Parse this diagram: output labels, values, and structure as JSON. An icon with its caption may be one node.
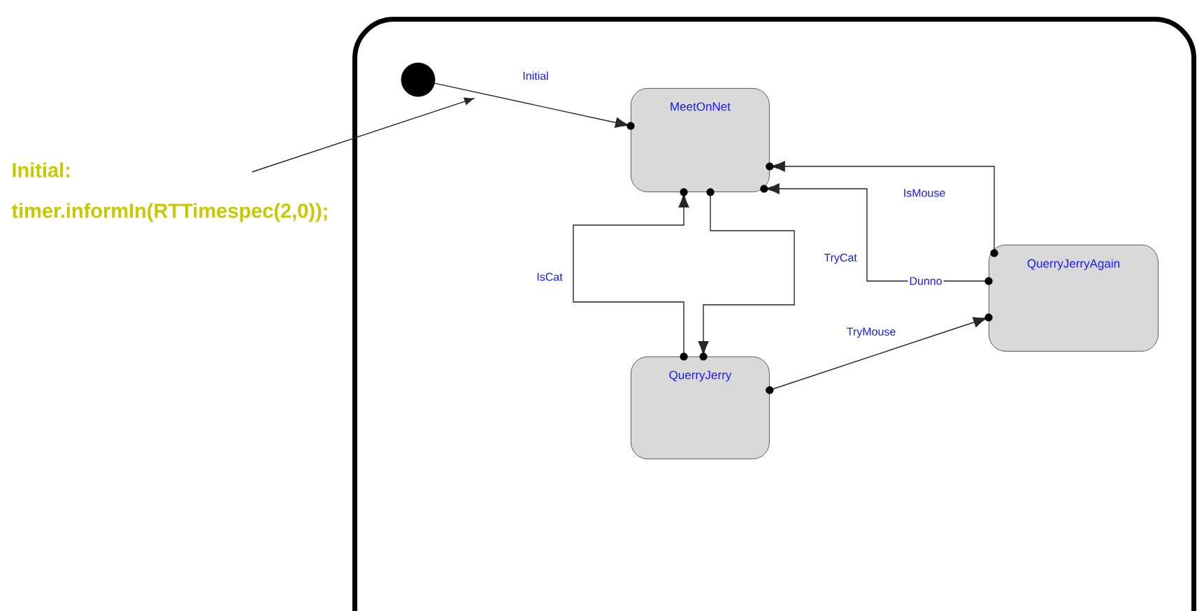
{
  "diagram": {
    "nodes": [
      {
        "text": [],
        "shape": "box"
      },
      {
        "text": [],
        "shape": "circle",
        "in": 0
      },
      {
        "text": [
          "MeetOnNet"
        ],
        "in": 0
      },
      {
        "text": [
          "QuerryJerry"
        ],
        "in": 0
      },
      {
        "text": [
          "QuerryJerryAgain"
        ],
        "in": 0
      },
      {
        "text": [
          "Initial: timer.informIn(RTTimespec(2,0));"
        ]
      }
    ],
    "edges": [
      {
        "from": 1,
        "to": 2,
        "arrow": "to",
        "label": "Initial"
      },
      {
        "from": 2,
        "to": 3,
        "arrow": "to",
        "label": "TryCat"
      },
      {
        "from": 3,
        "to": 2,
        "arrow": "to",
        "label": "IsCat"
      },
      {
        "from": 3,
        "to": 4,
        "arrow": "to",
        "label": "TryMouse"
      },
      {
        "from": 4,
        "to": 2,
        "arrow": "to",
        "label": "IsMouse"
      },
      {
        "from": 4,
        "to": 2,
        "arrow": "to",
        "label": "Dunno"
      },
      {
        "from": 5,
        "to": null,
        "arrow": "to"
      }
    ]
  }
}
